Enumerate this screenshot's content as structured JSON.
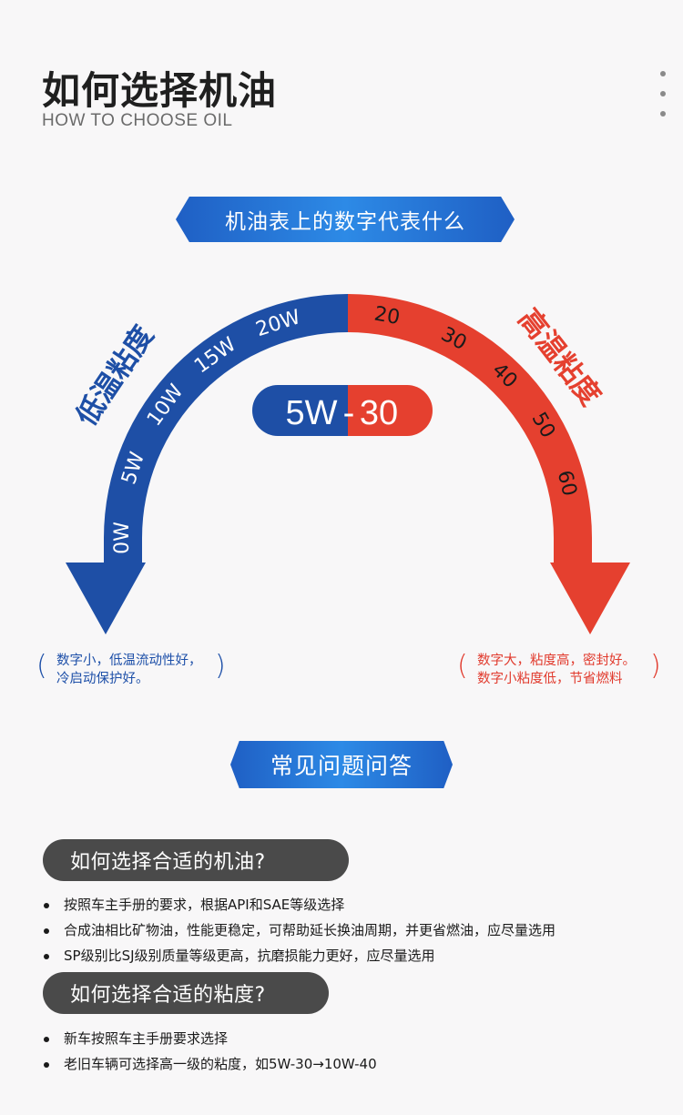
{
  "header": {
    "title": "如何选择机油",
    "subtitle": "HOW TO CHOOSE OIL",
    "more_icon": "more-vertical-icon"
  },
  "section1": {
    "banner": "机油表上的数字代表什么",
    "left_label": "低温粘度",
    "right_label": "高温粘度",
    "left_grades": [
      "0W",
      "5W",
      "10W",
      "15W",
      "20W"
    ],
    "right_grades": [
      "20",
      "30",
      "40",
      "50",
      "60"
    ],
    "example_left": "5W",
    "example_dash": "-",
    "example_right": "30",
    "left_note": [
      "数字小，低温流动性好，",
      "冷启动保护好。"
    ],
    "right_note": [
      "数字大，粘度高，密封好。",
      "数字小粘度低，节省燃料"
    ],
    "colors": {
      "blue": "#1e4fa6",
      "red": "#e5402f"
    }
  },
  "section2": {
    "banner": "常见问题问答",
    "questions": [
      {
        "question": "如何选择合适的机油?",
        "answers": [
          "按照车主手册的要求，根据API和SAE等级选择",
          "合成油相比矿物油，性能更稳定，可帮助延长换油周期，并更省燃油，应尽量选用",
          "SP级别比SJ级别质量等级更高，抗磨损能力更好，应尽量选用"
        ]
      },
      {
        "question": "如何选择合适的粘度?",
        "answers": [
          "新车按照车主手册要求选择",
          "老旧车辆可选择高一级的粘度，如5W-30→10W-40"
        ]
      }
    ]
  }
}
